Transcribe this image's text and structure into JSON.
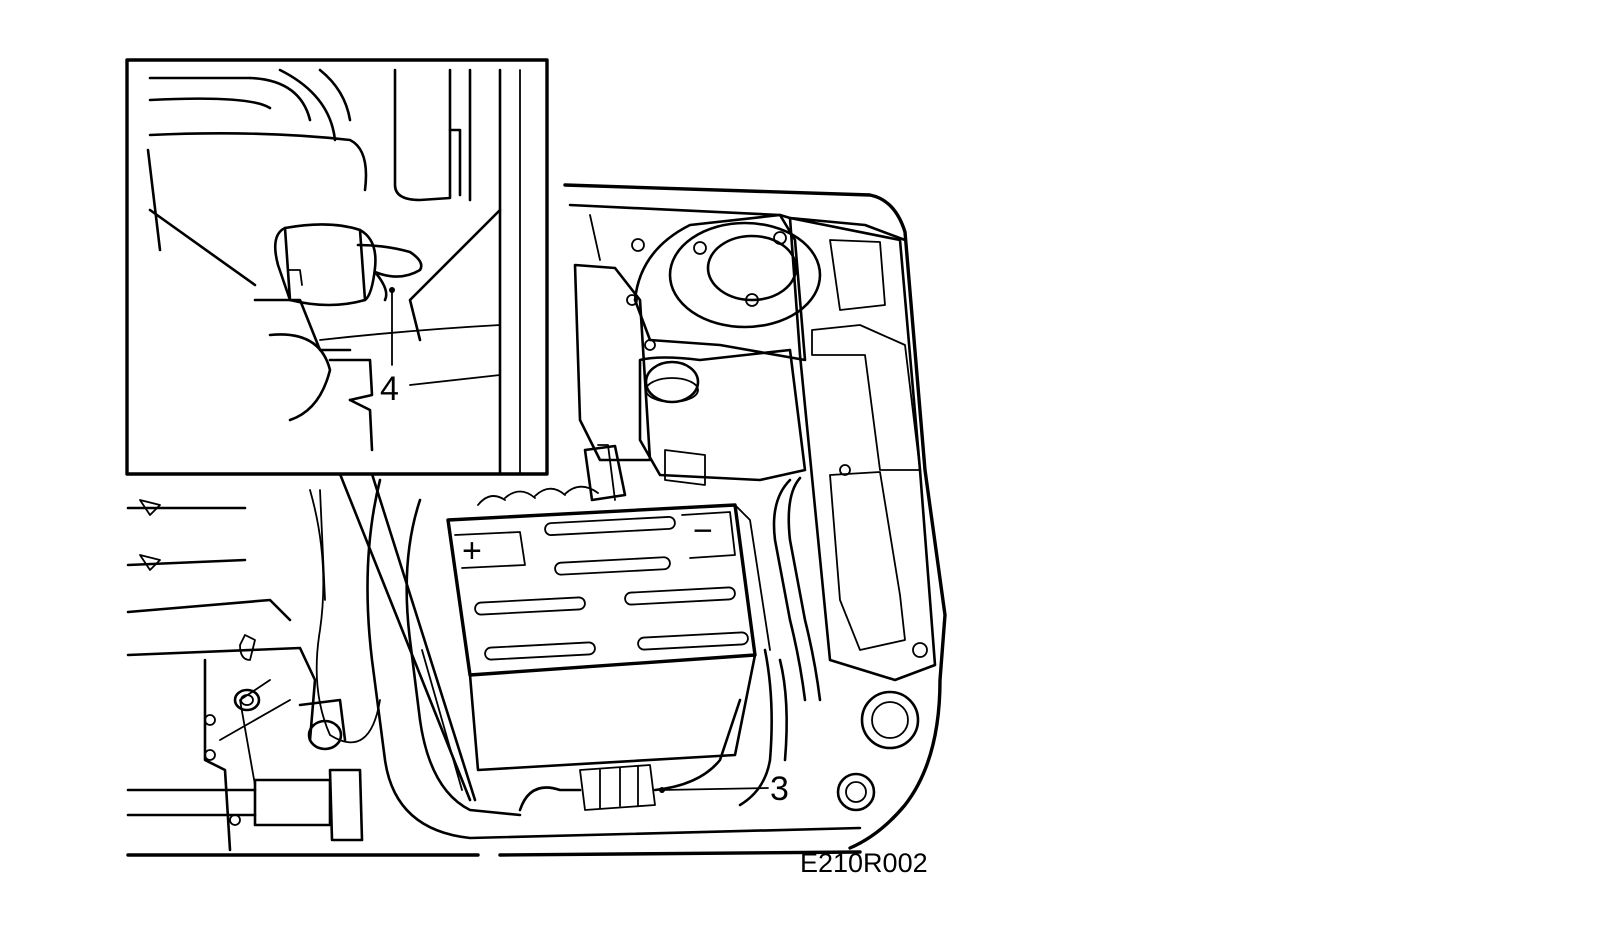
{
  "callouts": {
    "detail_label": "4",
    "main_label": "3"
  },
  "figure_code": "E210R002",
  "colors": {
    "line": "#000000",
    "background": "#ffffff"
  },
  "battery_symbols": {
    "positive": "+",
    "negative": "−"
  }
}
